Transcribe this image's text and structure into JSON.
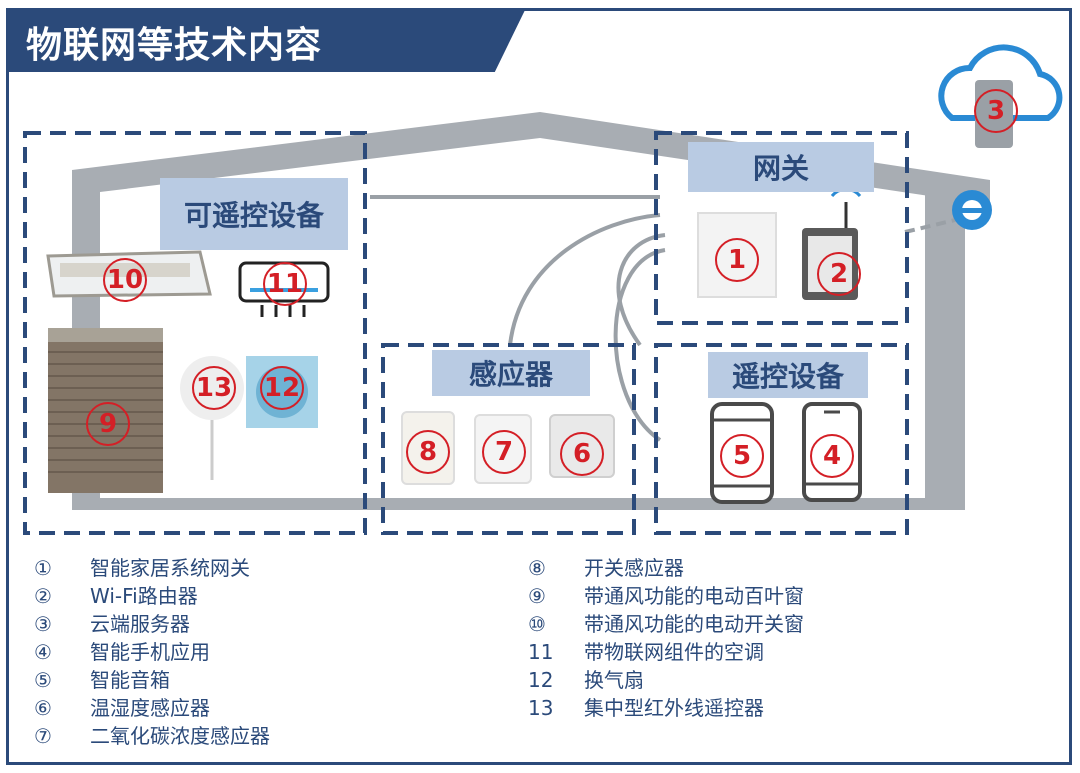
{
  "title": "物联网等技术内容",
  "sections": {
    "remote_devices": "可遥控设备",
    "gateway": "网关",
    "sensors": "感应器",
    "remote_control": "遥控设备"
  },
  "markers": {
    "m1": "1",
    "m2": "2",
    "m3": "3",
    "m4": "4",
    "m5": "5",
    "m6": "6",
    "m7": "7",
    "m8": "8",
    "m9": "9",
    "m10": "10",
    "m11": "11",
    "m12": "12",
    "m13": "13"
  },
  "legend_left": [
    {
      "num": "①",
      "text": "智能家居系统网关"
    },
    {
      "num": "②",
      "text": "Wi-Fi路由器"
    },
    {
      "num": "③",
      "text": "云端服务器"
    },
    {
      "num": "④",
      "text": "智能手机应用"
    },
    {
      "num": "⑤",
      "text": "智能音箱"
    },
    {
      "num": "⑥",
      "text": "温湿度感应器"
    },
    {
      "num": "⑦",
      "text": "二氧化碳浓度感应器"
    }
  ],
  "legend_right": [
    {
      "num": "⑧",
      "text": "开关感应器"
    },
    {
      "num": "⑨",
      "text": "带通风功能的电动百叶窗"
    },
    {
      "num": "⑩",
      "text": "带通风功能的电动开关窗"
    },
    {
      "num": "11",
      "text": "带物联网组件的空调"
    },
    {
      "num": "12",
      "text": "换气扇"
    },
    {
      "num": "13",
      "text": "集中型红外线遥控器"
    }
  ],
  "colors": {
    "dark_blue": "#2b4a7a",
    "label_bg": "#b9cbe3",
    "marker_red": "#d41f26",
    "house_gray": "#a8adb3"
  }
}
